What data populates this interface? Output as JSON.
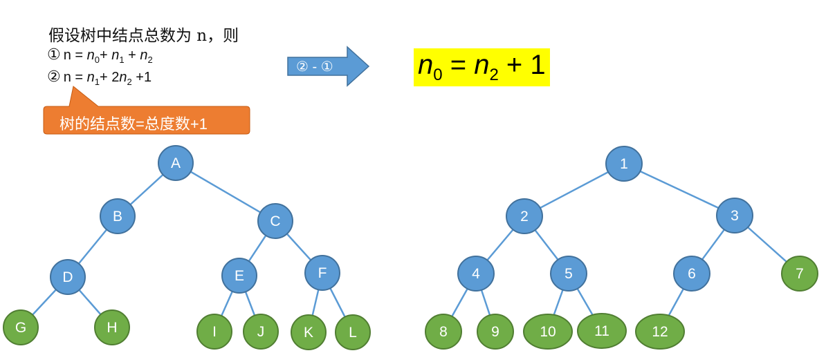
{
  "text": {
    "intro": "假设树中结点总数为 n，则",
    "eq1_marker": "①",
    "eq1": {
      "lhs": "n = ",
      "t1": "n",
      "s1": "0",
      "p1": "+ ",
      "t2": "n",
      "s2": "1",
      "p2": " + ",
      "t3": "n",
      "s3": "2"
    },
    "eq2_marker": "②",
    "eq2": {
      "lhs": "n = ",
      "t1": "n",
      "s1": "1",
      "p1": "+ 2",
      "t2": "n",
      "s2": "2",
      "p2": " +1"
    },
    "arrow_label": "② - ①",
    "result": {
      "t1": "n",
      "s1": "0",
      "mid": " = ",
      "t2": "n",
      "s2": "2",
      "tail": " + 1"
    },
    "callout": "树的结点数=总度数+1"
  },
  "colors": {
    "internal_fill": "#5b9bd5",
    "internal_stroke": "#41719c",
    "leaf_fill": "#70ad47",
    "leaf_stroke": "#507e32",
    "edge": "#5b9bd5",
    "callout_fill": "#ed7d31",
    "highlight": "#ffff00"
  },
  "tree_left": {
    "nodes": [
      {
        "id": "A",
        "label": "A",
        "leaf": false
      },
      {
        "id": "B",
        "label": "B",
        "leaf": false
      },
      {
        "id": "C",
        "label": "C",
        "leaf": false
      },
      {
        "id": "D",
        "label": "D",
        "leaf": false
      },
      {
        "id": "E",
        "label": "E",
        "leaf": false
      },
      {
        "id": "F",
        "label": "F",
        "leaf": false
      },
      {
        "id": "G",
        "label": "G",
        "leaf": true
      },
      {
        "id": "H",
        "label": "H",
        "leaf": true
      },
      {
        "id": "I",
        "label": "I",
        "leaf": true
      },
      {
        "id": "J",
        "label": "J",
        "leaf": true
      },
      {
        "id": "K",
        "label": "K",
        "leaf": true
      },
      {
        "id": "L",
        "label": "L",
        "leaf": true
      }
    ],
    "edges": [
      [
        "A",
        "B"
      ],
      [
        "A",
        "C"
      ],
      [
        "B",
        "D"
      ],
      [
        "C",
        "E"
      ],
      [
        "C",
        "F"
      ],
      [
        "D",
        "G"
      ],
      [
        "D",
        "H"
      ],
      [
        "E",
        "I"
      ],
      [
        "E",
        "J"
      ],
      [
        "F",
        "K"
      ],
      [
        "F",
        "L"
      ]
    ]
  },
  "tree_right": {
    "nodes": [
      {
        "id": "1",
        "label": "1",
        "leaf": false
      },
      {
        "id": "2",
        "label": "2",
        "leaf": false
      },
      {
        "id": "3",
        "label": "3",
        "leaf": false
      },
      {
        "id": "4",
        "label": "4",
        "leaf": false
      },
      {
        "id": "5",
        "label": "5",
        "leaf": false
      },
      {
        "id": "6",
        "label": "6",
        "leaf": false
      },
      {
        "id": "7",
        "label": "7",
        "leaf": true
      },
      {
        "id": "8",
        "label": "8",
        "leaf": true
      },
      {
        "id": "9",
        "label": "9",
        "leaf": true
      },
      {
        "id": "10",
        "label": "10",
        "leaf": true
      },
      {
        "id": "11",
        "label": "11",
        "leaf": true
      },
      {
        "id": "12",
        "label": "12",
        "leaf": true
      }
    ],
    "edges": [
      [
        "1",
        "2"
      ],
      [
        "1",
        "3"
      ],
      [
        "2",
        "4"
      ],
      [
        "2",
        "5"
      ],
      [
        "3",
        "6"
      ],
      [
        "3",
        "7"
      ],
      [
        "4",
        "8"
      ],
      [
        "4",
        "9"
      ],
      [
        "5",
        "10"
      ],
      [
        "5",
        "11"
      ],
      [
        "6",
        "12"
      ]
    ]
  }
}
